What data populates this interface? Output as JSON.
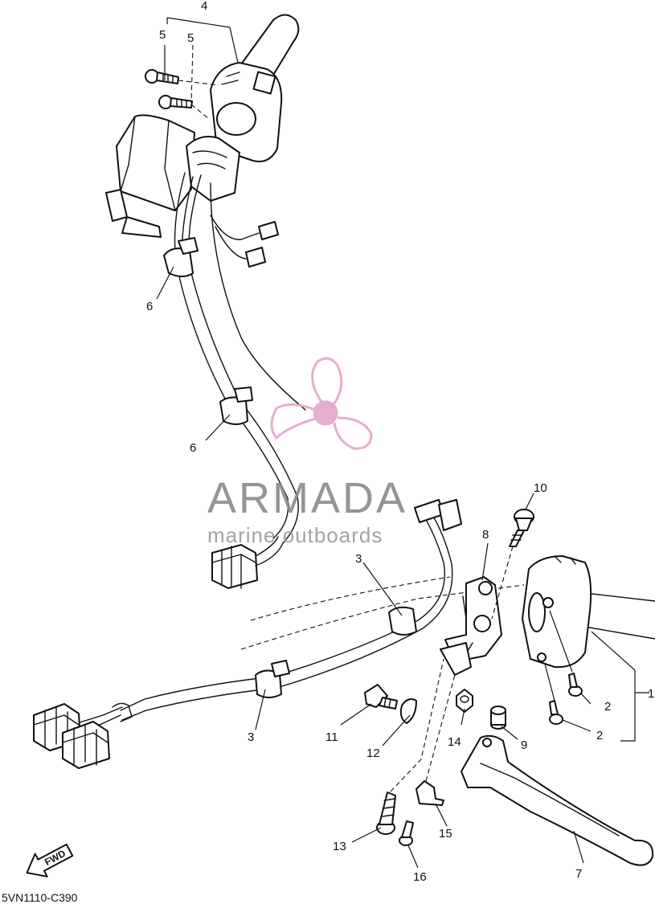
{
  "diagram_code": "5VN1110-C390",
  "fwd_label": "FWD",
  "watermark": {
    "brand": "ARMADA",
    "tagline": "marine outboards",
    "logo_color": "#e3a6cc",
    "text_color": "#8a8a8a"
  },
  "callouts": {
    "c1": "1",
    "c2a": "2",
    "c2b": "2",
    "c3a": "3",
    "c3b": "3",
    "c4": "4",
    "c5a": "5",
    "c5b": "5",
    "c6a": "6",
    "c6b": "6",
    "c7": "7",
    "c8": "8",
    "c9": "9",
    "c10": "10",
    "c11": "11",
    "c12": "12",
    "c13": "13",
    "c14": "14",
    "c15": "15",
    "c16": "16"
  }
}
